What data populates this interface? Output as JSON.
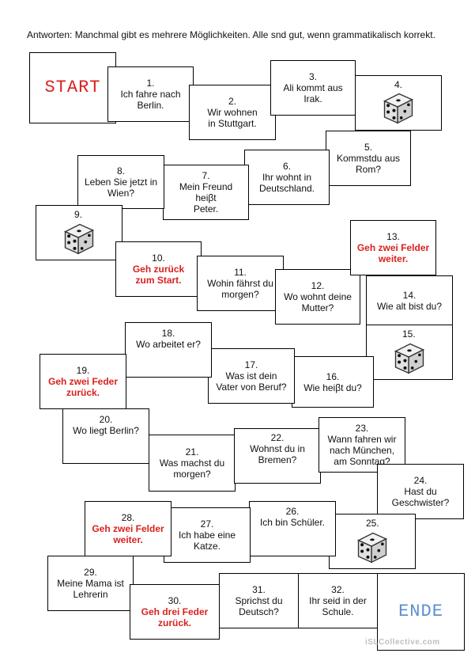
{
  "intro": "Antworten: Manchmal gibt es mehrere Möglichkeiten. Alle snd gut, wenn grammatikalisch korrekt.",
  "start_label": "START",
  "end_label": "ENDE",
  "cells": {
    "c1": {
      "num": "1.",
      "text": "Ich fahre nach\nBerlin."
    },
    "c2": {
      "num": "2.",
      "text": "Wir wohnen\nin Stuttgart."
    },
    "c3": {
      "num": "3.",
      "text": "Ali kommt aus\nIrak."
    },
    "c4": {
      "num": "4."
    },
    "c5": {
      "num": "5.",
      "text": "Kommstdu aus\nRom?"
    },
    "c6": {
      "num": "6.",
      "text": "Ihr wohnt in\nDeutschland."
    },
    "c7": {
      "num": "7.",
      "text": "Mein Freund\nheiβt\nPeter."
    },
    "c8": {
      "num": "8.",
      "text": "Leben Sie jetzt in\nWien?"
    },
    "c9": {
      "num": "9."
    },
    "c10": {
      "num": "10.",
      "text": "Geh zurück\nzum Start."
    },
    "c11": {
      "num": "11.",
      "text": "Wohin fährst du\nmorgen?"
    },
    "c12": {
      "num": "12.",
      "text": "Wo wohnt deine\nMutter?"
    },
    "c13": {
      "num": "13.",
      "text": "Geh zwei Felder\nweiter."
    },
    "c14": {
      "num": "14.",
      "text": "Wie alt bist du?"
    },
    "c15": {
      "num": "15."
    },
    "c16": {
      "num": "16.",
      "text": "Wie heiβt du?"
    },
    "c17": {
      "num": "17.",
      "text": "Was ist dein\nVater von Beruf?"
    },
    "c18": {
      "num": "18.",
      "text": "Wo arbeitet er?"
    },
    "c19": {
      "num": "19.",
      "text": "Geh zwei Feder\nzurück."
    },
    "c20": {
      "num": "20.",
      "text": "Wo  liegt Berlin?"
    },
    "c21": {
      "num": "21.",
      "text": "Was machst du\nmorgen?"
    },
    "c22": {
      "num": "22.",
      "text": "Wohnst du in\nBremen?"
    },
    "c23": {
      "num": "23.",
      "text": "Wann fahren wir\nnach München,\nam Sonntag?"
    },
    "c24": {
      "num": "24.",
      "text": "Hast du\nGeschwister?"
    },
    "c25": {
      "num": "25."
    },
    "c26": {
      "num": "26.",
      "text": "Ich bin Schüler."
    },
    "c27": {
      "num": "27.",
      "text": "Ich habe eine\nKatze."
    },
    "c28": {
      "num": "28.",
      "text": "Geh zwei Felder\nweiter."
    },
    "c29": {
      "num": "29.",
      "text": "Meine Mama ist\nLehrerin"
    },
    "c30": {
      "num": "30.",
      "text": "Geh drei Feder\nzurück."
    },
    "c31": {
      "num": "31.",
      "text": "Sprichst du\nDeutsch?"
    },
    "c32": {
      "num": "32.",
      "text": "Ihr seid in der\nSchule."
    }
  },
  "watermark": "iSLCollective.com",
  "colors": {
    "red": "#d9211e",
    "blue": "#5b8fd0"
  }
}
